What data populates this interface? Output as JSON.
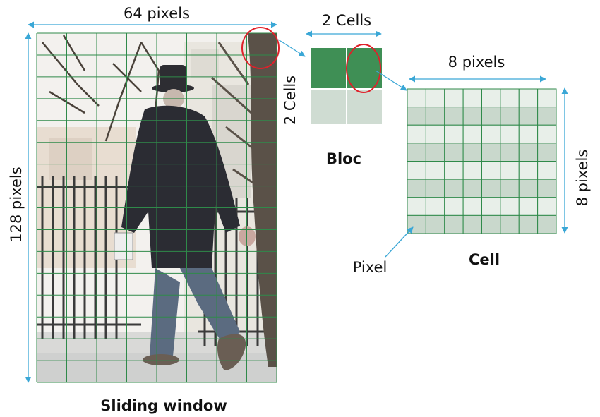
{
  "labels": {
    "width_64": "64 pixels",
    "height_128": "128 pixels",
    "two_cells_top": "2 Cells",
    "two_cells_side": "2 Cells",
    "eight_pixels_top": "8 pixels",
    "eight_pixels_side": "8 pixels",
    "bloc": "Bloc",
    "cell": "Cell",
    "pixel": "Pixel",
    "sliding_window": "Sliding window"
  },
  "colors": {
    "grid_line": "#2f8a4a",
    "arrow": "#3aa7d6",
    "highlight_circle": "#e0202a",
    "cell_dark": "#3f8f55",
    "cell_light": "#cfdcd2",
    "pixel_dark": "#c9d8cc",
    "pixel_light": "#e8efe9"
  },
  "grids": {
    "window_cols": 8,
    "window_rows": 16,
    "bloc_cols": 2,
    "bloc_rows": 2,
    "cell_cols": 8,
    "cell_rows": 8
  }
}
